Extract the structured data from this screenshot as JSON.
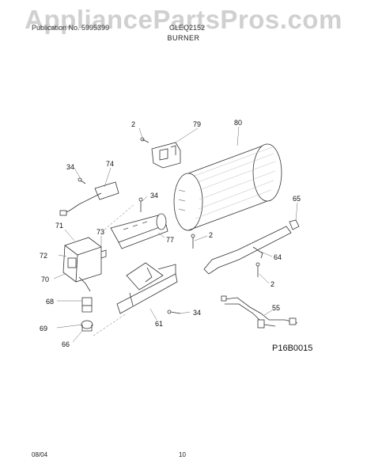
{
  "watermark": "AppliancePartsPros.com",
  "header": {
    "left": "Publication No. 5995399",
    "middle": "GLEQ2152",
    "title": "BURNER"
  },
  "reference_code": "P16B0015",
  "footer": {
    "date": "08/04",
    "page": "10"
  },
  "parts": {
    "p2a": "2",
    "p79": "79",
    "p80": "80",
    "p34a": "34",
    "p74": "74",
    "p34b": "34",
    "p65": "65",
    "p71": "71",
    "p73": "73",
    "p2b": "2",
    "p77": "77",
    "p72": "72",
    "p64": "64",
    "p70": "70",
    "p2c": "2",
    "p68": "68",
    "p55": "55",
    "p34c": "34",
    "p69": "69",
    "p61": "61",
    "p66": "66"
  }
}
